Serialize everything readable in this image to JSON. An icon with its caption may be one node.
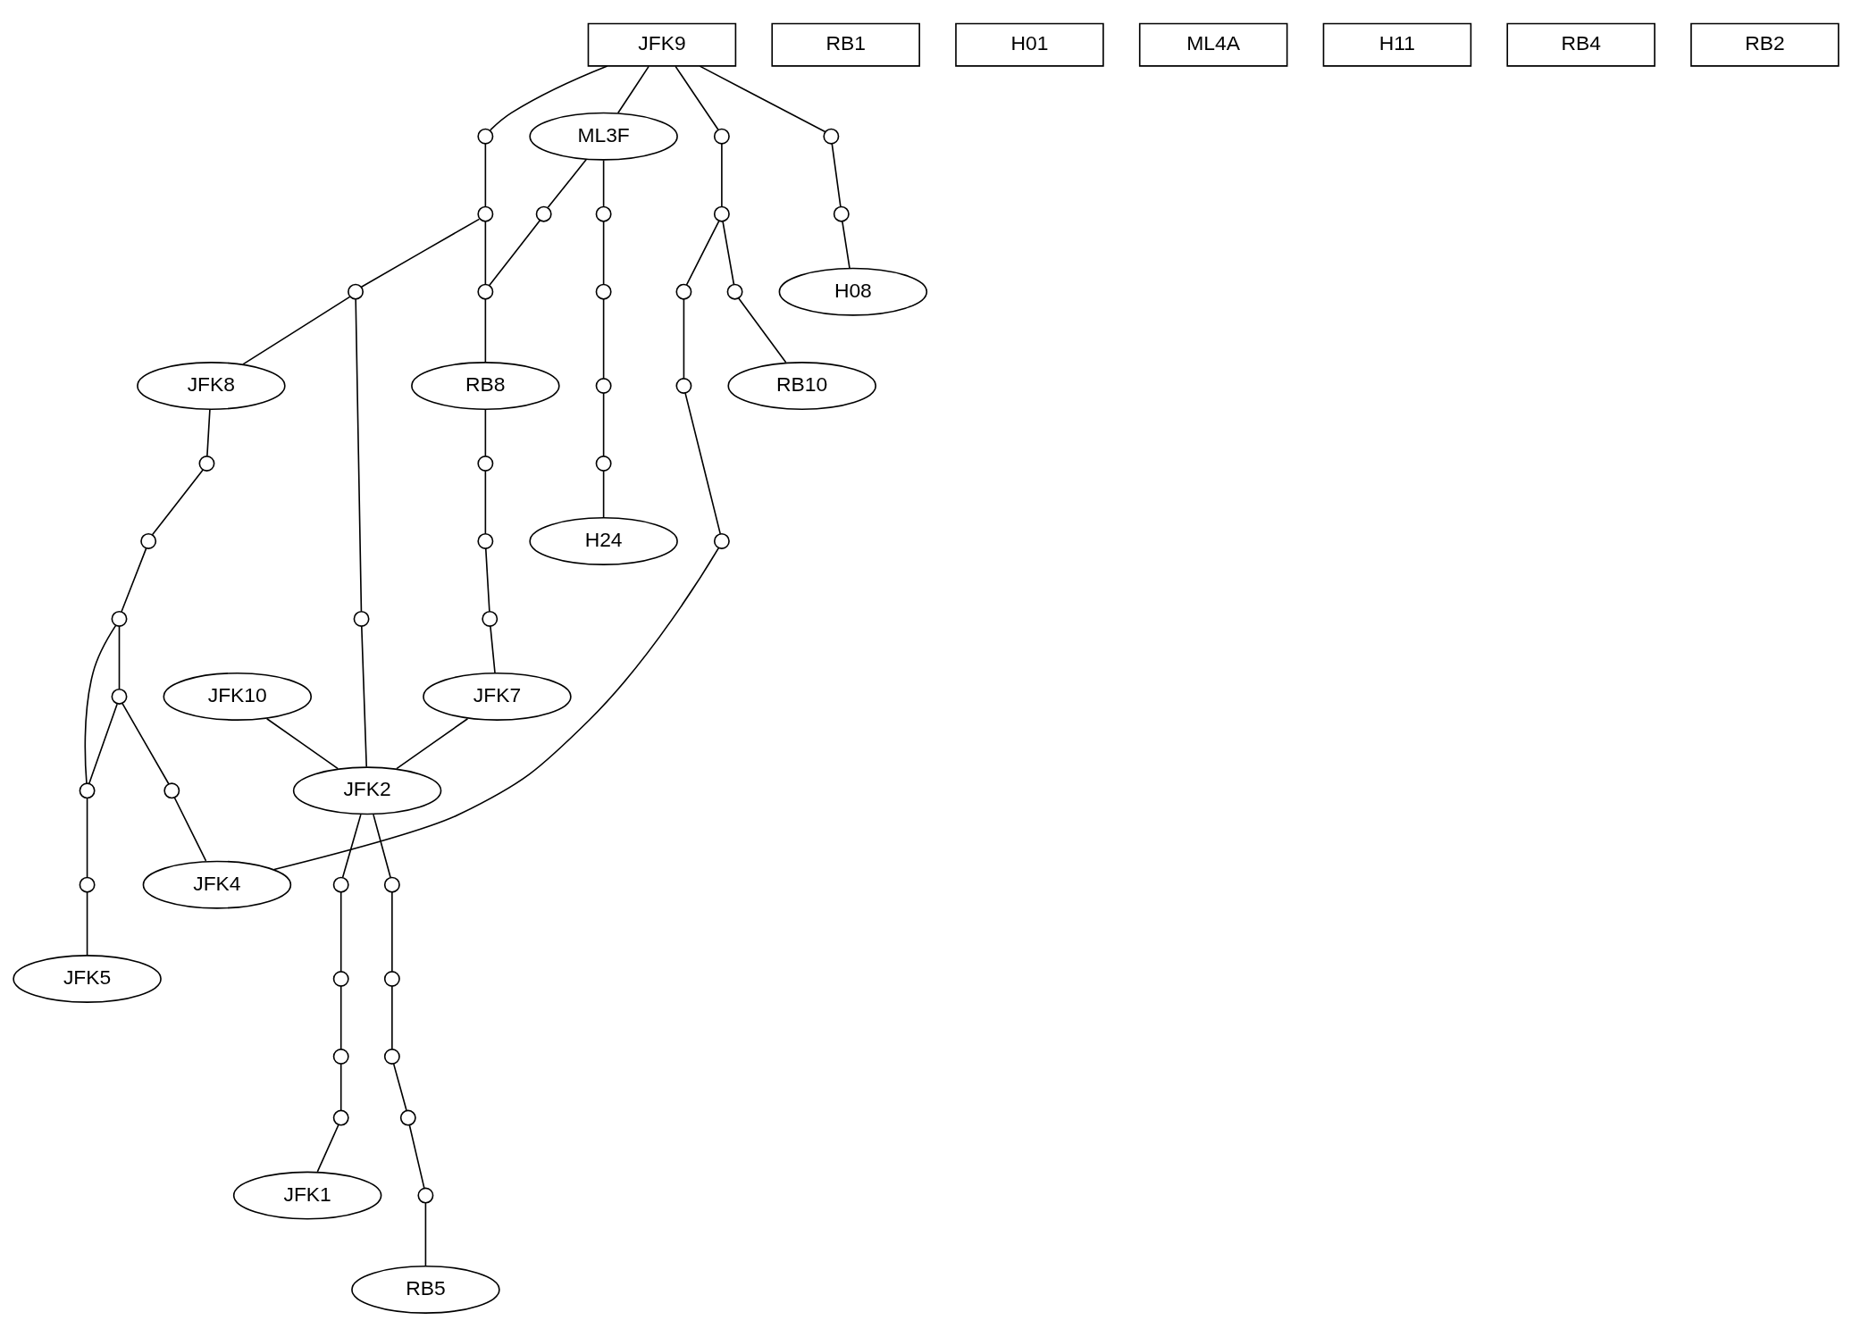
{
  "diagram": {
    "nodes": [
      {
        "text": [
          "JFK9"
        ]
      },
      {
        "text": [
          "RB1"
        ]
      },
      {
        "text": [
          "H01"
        ]
      },
      {
        "text": [
          "ML4A"
        ]
      },
      {
        "text": [
          "H11"
        ]
      },
      {
        "text": [
          "RB4"
        ]
      },
      {
        "text": [
          "RB2"
        ]
      },
      {
        "text": [
          "ML3F"
        ]
      },
      {
        "text": [
          "H24"
        ]
      },
      {
        "text": [
          "RB8"
        ]
      },
      {
        "text": [
          "H08"
        ]
      },
      {
        "text": [
          "RB10"
        ]
      },
      {
        "text": [
          "JFK8"
        ]
      },
      {
        "text": [
          "JFK7"
        ]
      },
      {
        "text": [
          "JFK10"
        ]
      },
      {
        "text": [
          "JFK2"
        ]
      },
      {
        "text": [
          "JFK4"
        ]
      },
      {
        "text": [
          "RB5"
        ]
      },
      {
        "text": [
          "JFK1"
        ]
      },
      {
        "text": [
          "JFK5"
        ]
      },
      {
        "text": [],
        "shape": "circle"
      },
      {
        "text": [],
        "shape": "circle"
      },
      {
        "text": [],
        "shape": "circle"
      },
      {
        "text": [],
        "shape": "circle"
      },
      {
        "text": [],
        "shape": "circle"
      },
      {
        "text": [],
        "shape": "circle"
      },
      {
        "text": [],
        "shape": "circle"
      },
      {
        "text": [],
        "shape": "circle"
      },
      {
        "text": [],
        "shape": "circle"
      },
      {
        "text": [],
        "shape": "circle"
      },
      {
        "text": [],
        "shape": "circle"
      },
      {
        "text": [],
        "shape": "circle"
      },
      {
        "text": [],
        "shape": "circle"
      },
      {
        "text": [],
        "shape": "circle"
      },
      {
        "text": [],
        "shape": "circle"
      },
      {
        "text": [],
        "shape": "circle"
      },
      {
        "text": [],
        "shape": "circle"
      },
      {
        "text": [],
        "shape": "circle"
      },
      {
        "text": [],
        "shape": "circle"
      },
      {
        "text": [],
        "shape": "circle"
      },
      {
        "text": [],
        "shape": "circle"
      },
      {
        "text": [],
        "shape": "circle"
      },
      {
        "text": [],
        "shape": "circle"
      },
      {
        "text": [],
        "shape": "circle"
      },
      {
        "text": [],
        "shape": "circle"
      },
      {
        "text": [],
        "shape": "circle"
      },
      {
        "text": [],
        "shape": "circle"
      },
      {
        "text": [],
        "shape": "circle"
      },
      {
        "text": [],
        "shape": "circle"
      },
      {
        "text": [],
        "shape": "circle"
      },
      {
        "text": [],
        "shape": "circle"
      },
      {
        "text": [],
        "shape": "circle"
      },
      {
        "text": [],
        "shape": "circle"
      },
      {
        "text": [],
        "shape": "circle"
      },
      {
        "text": [],
        "shape": "circle"
      },
      {
        "text": [],
        "shape": "circle"
      },
      {
        "text": [],
        "shape": "circle"
      }
    ],
    "edges": [
      {
        "from": 0,
        "to": 7,
        "arrow": "none"
      },
      {
        "from": 0,
        "to": 20,
        "arrow": "none"
      },
      {
        "from": 20,
        "to": 21,
        "arrow": "none"
      },
      {
        "from": 21,
        "to": 22,
        "arrow": "none"
      },
      {
        "from": 22,
        "to": 12,
        "arrow": "none"
      },
      {
        "from": 21,
        "to": 23,
        "arrow": "none"
      },
      {
        "from": 7,
        "to": 24,
        "arrow": "none"
      },
      {
        "from": 24,
        "to": 23,
        "arrow": "none"
      },
      {
        "from": 23,
        "to": 9,
        "arrow": "none"
      },
      {
        "from": 7,
        "to": 25,
        "arrow": "none"
      },
      {
        "from": 25,
        "to": 26,
        "arrow": "none"
      },
      {
        "from": 26,
        "to": 27,
        "arrow": "none"
      },
      {
        "from": 27,
        "to": 28,
        "arrow": "none"
      },
      {
        "from": 28,
        "to": 8,
        "arrow": "none"
      },
      {
        "from": 0,
        "to": 29,
        "arrow": "none"
      },
      {
        "from": 29,
        "to": 30,
        "arrow": "none"
      },
      {
        "from": 30,
        "to": 10,
        "arrow": "none"
      },
      {
        "from": 0,
        "to": 31,
        "arrow": "none"
      },
      {
        "from": 31,
        "to": 32,
        "arrow": "none"
      },
      {
        "from": 32,
        "to": 33,
        "arrow": "none"
      },
      {
        "from": 33,
        "to": 11,
        "arrow": "none"
      },
      {
        "from": 32,
        "to": 34,
        "arrow": "none"
      },
      {
        "from": 34,
        "to": 35,
        "arrow": "none"
      },
      {
        "from": 35,
        "to": 36,
        "arrow": "none"
      },
      {
        "from": 36,
        "to": 16,
        "arrow": "none"
      },
      {
        "from": 9,
        "to": 37,
        "arrow": "none"
      },
      {
        "from": 37,
        "to": 38,
        "arrow": "none"
      },
      {
        "from": 38,
        "to": 39,
        "arrow": "none"
      },
      {
        "from": 39,
        "to": 13,
        "arrow": "none"
      },
      {
        "from": 22,
        "to": 40,
        "arrow": "none"
      },
      {
        "from": 40,
        "to": 15,
        "arrow": "none"
      },
      {
        "from": 13,
        "to": 15,
        "arrow": "none"
      },
      {
        "from": 14,
        "to": 15,
        "arrow": "none"
      },
      {
        "from": 12,
        "to": 41,
        "arrow": "none"
      },
      {
        "from": 41,
        "to": 42,
        "arrow": "none"
      },
      {
        "from": 42,
        "to": 43,
        "arrow": "none"
      },
      {
        "from": 43,
        "to": 44,
        "arrow": "none"
      },
      {
        "from": 43,
        "to": 45,
        "arrow": "none"
      },
      {
        "from": 44,
        "to": 45,
        "arrow": "none"
      },
      {
        "from": 44,
        "to": 46,
        "arrow": "none"
      },
      {
        "from": 46,
        "to": 16,
        "arrow": "none"
      },
      {
        "from": 45,
        "to": 47,
        "arrow": "none"
      },
      {
        "from": 47,
        "to": 19,
        "arrow": "none"
      },
      {
        "from": 15,
        "to": 48,
        "arrow": "none"
      },
      {
        "from": 48,
        "to": 49,
        "arrow": "none"
      },
      {
        "from": 49,
        "to": 50,
        "arrow": "none"
      },
      {
        "from": 50,
        "to": 51,
        "arrow": "none"
      },
      {
        "from": 51,
        "to": 52,
        "arrow": "none"
      },
      {
        "from": 52,
        "to": 17,
        "arrow": "none"
      },
      {
        "from": 15,
        "to": 53,
        "arrow": "none"
      },
      {
        "from": 53,
        "to": 54,
        "arrow": "none"
      },
      {
        "from": 54,
        "to": 55,
        "arrow": "none"
      },
      {
        "from": 55,
        "to": 56,
        "arrow": "none"
      },
      {
        "from": 56,
        "to": 18,
        "arrow": "none"
      }
    ]
  }
}
